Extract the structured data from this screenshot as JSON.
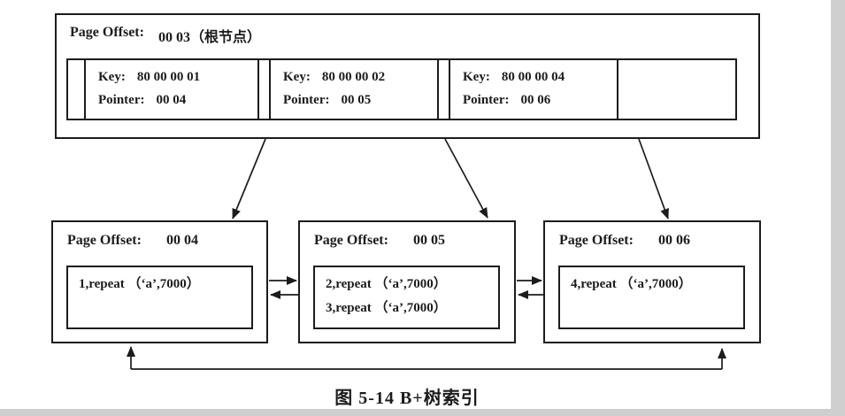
{
  "root": {
    "header_label": "Page Offset:",
    "header_value": "00 03（根节点）",
    "entries": [
      {
        "key_label": "Key:",
        "key_value": "80 00 00 01",
        "pointer_label": "Pointer:",
        "pointer_value": "00 04"
      },
      {
        "key_label": "Key:",
        "key_value": "80 00 00 02",
        "pointer_label": "Pointer:",
        "pointer_value": "00 05"
      },
      {
        "key_label": "Key:",
        "key_value": "80 00 00 04",
        "pointer_label": "Pointer:",
        "pointer_value": "00 06"
      }
    ]
  },
  "leaves": [
    {
      "header_label": "Page Offset:",
      "header_value": "00 04",
      "records": [
        "1,repeat （‘a’,7000）"
      ]
    },
    {
      "header_label": "Page Offset:",
      "header_value": "00 05",
      "records": [
        "2,repeat （‘a’,7000）",
        "3,repeat （‘a’,7000）"
      ]
    },
    {
      "header_label": "Page Offset:",
      "header_value": "00 06",
      "records": [
        "4,repeat （‘a’,7000）"
      ]
    }
  ],
  "caption": "图 5-14  B+树索引",
  "colors": {
    "line": "#1c1c1c",
    "background": "#ffffff",
    "scan_edge": "#cfcfcf"
  }
}
